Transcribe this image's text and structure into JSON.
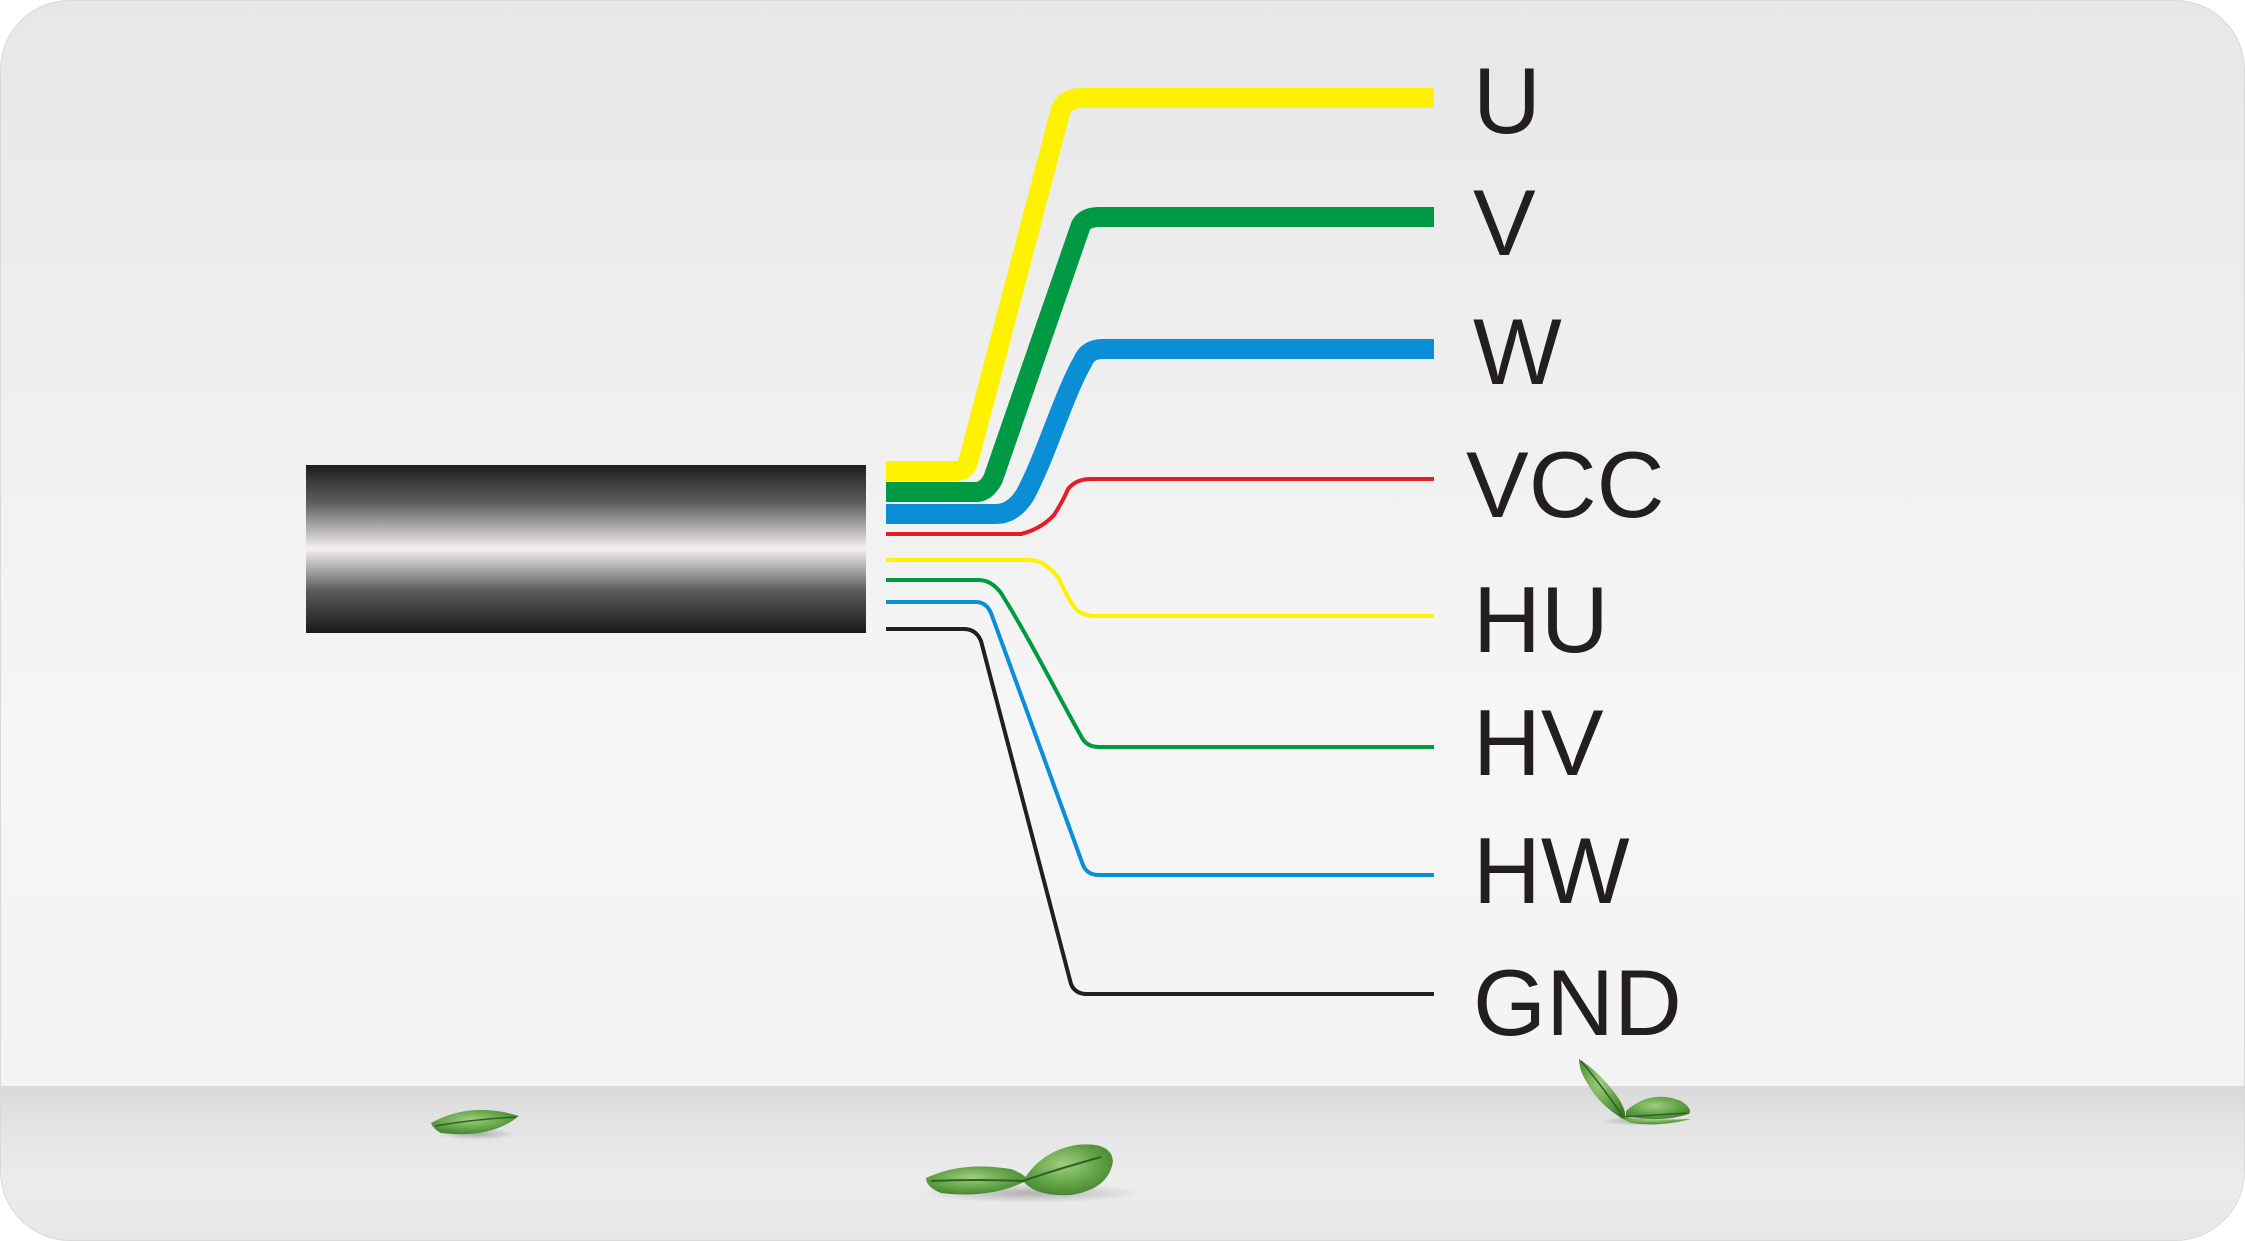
{
  "diagram": {
    "labels": {
      "u": "U",
      "v": "V",
      "w": "W",
      "vcc": "VCC",
      "hu": "HU",
      "hv": "HV",
      "hw": "HW",
      "gnd": "GND"
    },
    "wire_colors": {
      "u": "#fff200",
      "v": "#009a44",
      "w": "#0a8fd6",
      "vcc": "#e31e24",
      "hu": "#fff200",
      "hv": "#009a44",
      "hw": "#0a8fd6",
      "gnd": "#231f20"
    },
    "decorations": [
      "leaf-left",
      "leaf-center",
      "leaf-right"
    ]
  }
}
